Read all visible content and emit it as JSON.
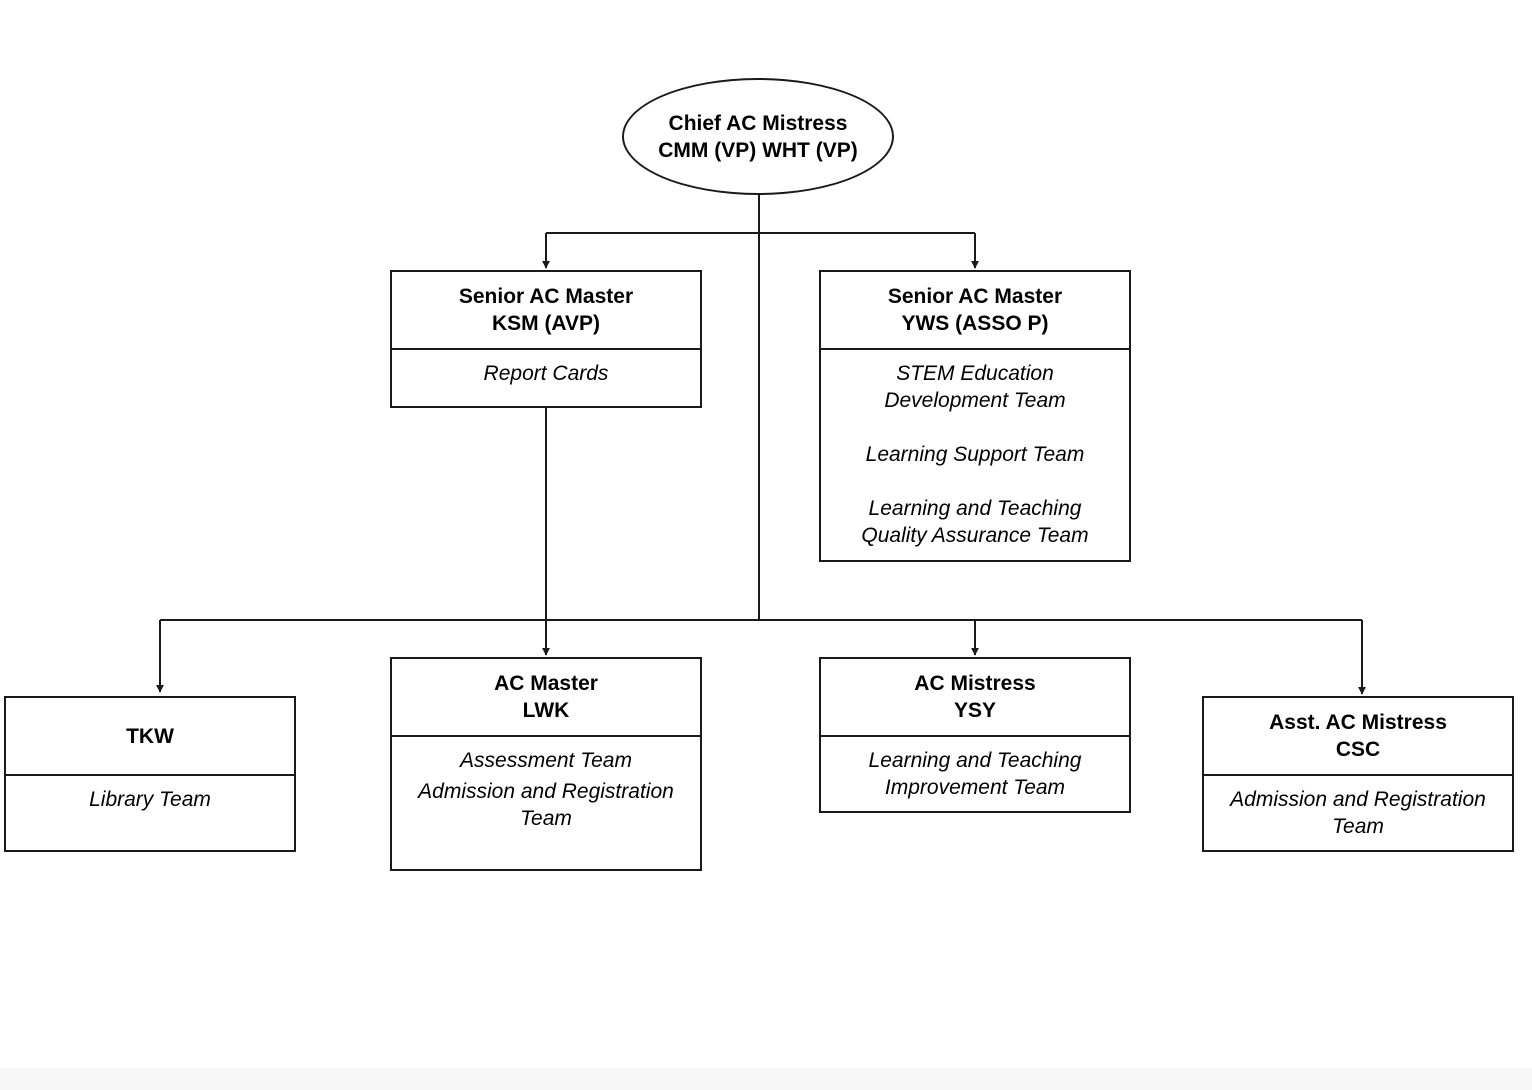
{
  "diagram": {
    "root": {
      "line1": "Chief AC Mistress",
      "line2": "CMM (VP) WHT (VP)"
    },
    "senior_left": {
      "line1": "Senior AC Master",
      "line2": "KSM (AVP)",
      "teams": [
        "Report Cards"
      ]
    },
    "senior_right": {
      "line1": "Senior AC Master",
      "line2": "YWS (ASSO P)",
      "teams": [
        "STEM Education\nDevelopment Team",
        "Learning Support Team",
        "Learning and Teaching\nQuality Assurance Team"
      ]
    },
    "tkw": {
      "line1": "TKW",
      "teams": [
        "Library Team"
      ]
    },
    "lwk": {
      "line1": "AC Master",
      "line2": "LWK",
      "teams": [
        "Assessment Team",
        "Admission and Registration\nTeam"
      ]
    },
    "ysy": {
      "line1": "AC Mistress",
      "line2": "YSY",
      "teams": [
        "Learning and Teaching\nImprovement Team"
      ]
    },
    "csc": {
      "line1": "Asst. AC Mistress",
      "line2": "CSC",
      "teams": [
        "Admission and Registration\nTeam"
      ]
    }
  },
  "colors": {
    "stroke": "#1a1a1a",
    "background": "#ffffff",
    "text": "#000000"
  }
}
